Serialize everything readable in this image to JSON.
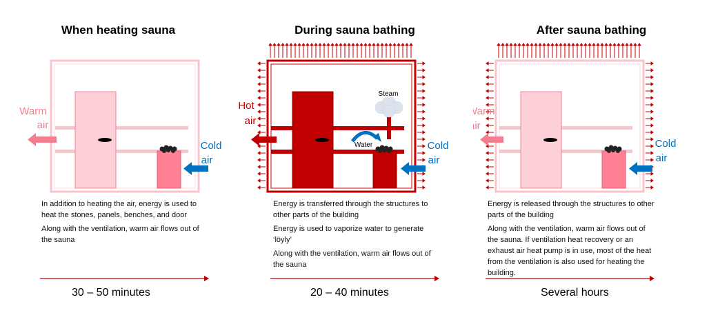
{
  "panels": [
    {
      "title": "When heating sauna",
      "warm_air": [
        "Warm",
        "air"
      ],
      "cold_air": [
        "Cold",
        "air"
      ],
      "description": [
        "In addition to heating the air, energy is used to heat the stones, panels, benches, and door",
        "Along with the ventilation, warm air flows out of the sauna"
      ],
      "duration": "30 – 50 minutes"
    },
    {
      "title": "During sauna bathing",
      "hot_air": [
        "Hot",
        "air"
      ],
      "cold_air": [
        "Cold",
        "air"
      ],
      "steam": "Steam",
      "water": "Water",
      "description": [
        "Energy is transferred through the structures to other parts of the building",
        "Energy is used to vaporize water to generate ‘löyly’",
        "Along with the ventilation, warm air flows out of the sauna"
      ],
      "duration": "20 – 40 minutes"
    },
    {
      "title": "After sauna bathing",
      "warm_air": [
        "Warm",
        "air"
      ],
      "cold_air": [
        "Cold",
        "air"
      ],
      "description": [
        "Energy is released through the structures to other parts of the building",
        "Along with the ventilation, warm air flows out of the sauna. If ventilation heat recovery or an exhaust air heat pump is in use, most of the heat from the ventilation is also used for heating the building."
      ],
      "duration": "Several hours"
    }
  ],
  "colors": {
    "dark_red": "#c00000",
    "light_pink": "#f8c5cb",
    "pink_fill": "#ff8093",
    "pale_pink": "#fcd9de",
    "cold_blue": "#0070c0",
    "warm_pink": "#f47e90"
  }
}
